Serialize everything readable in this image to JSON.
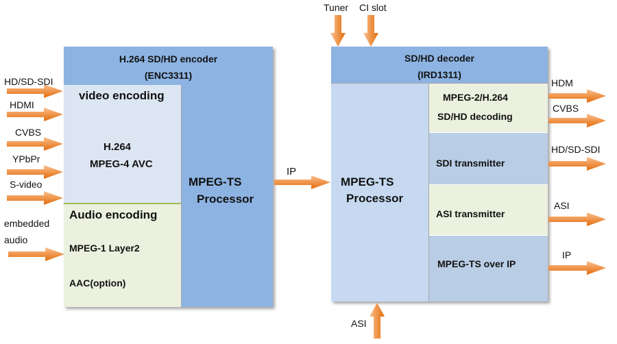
{
  "colors": {
    "header_blue": "#8db3e2",
    "processor_blue": "#8db3e2",
    "video_light_blue": "#dce6f2",
    "audio_green": "#ebf1de",
    "decoder_light_blue": "#c6d9f1",
    "sdi_blue": "#b9cde5",
    "arrow_orange": "#f79646"
  },
  "encoder": {
    "title": "H.264 SD/HD encoder",
    "model": "(ENC3311)",
    "video_heading": "video encoding",
    "video_line1": "H.264",
    "video_line2": "MPEG-4 AVC",
    "audio_heading": "Audio encoding",
    "audio_line1": "MPEG-1 Layer2",
    "audio_line2": "AAC(option)",
    "processor_line1": "MPEG-TS",
    "processor_line2": "Processor"
  },
  "encoder_inputs": [
    "HD/SD-SDI",
    "HDMI",
    "CVBS",
    "YPbPr",
    "S-video"
  ],
  "embedded_audio": [
    "embedded",
    "audio"
  ],
  "link_label": "IP",
  "decoder": {
    "title": "SD/HD decoder",
    "model": "(IRD1311)",
    "processor_line1": "MPEG-TS",
    "processor_line2": "Processor",
    "decoding_line1": "MPEG-2/H.264",
    "decoding_line2": "SD/HD decoding",
    "sdi_tx": "SDI transmitter",
    "asi_tx": "ASI transmitter",
    "ts_over_ip": "MPEG-TS over IP"
  },
  "decoder_top_inputs": [
    "Tuner",
    "CI slot"
  ],
  "decoder_bottom_input": "ASI",
  "decoder_outputs": [
    "HDM",
    "CVBS",
    "HD/SD-SDI",
    "ASI",
    "IP"
  ]
}
